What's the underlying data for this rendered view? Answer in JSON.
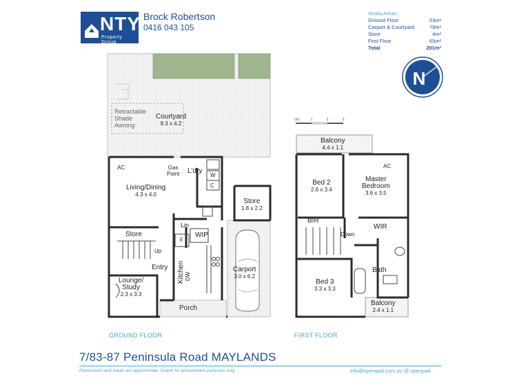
{
  "brand": {
    "name": "NTY",
    "tagline": "Property Group"
  },
  "agent": {
    "name": "Brock Robertson",
    "phone": "0416 043 105"
  },
  "strata": {
    "title": "Strata Areas:",
    "rows": [
      {
        "label": "Ground Floor",
        "value": "53m²"
      },
      {
        "label": "Carport & Courtyard",
        "value": "79m²"
      },
      {
        "label": "Store",
        "value": "4m²"
      },
      {
        "label": "First Floor",
        "value": "65m²"
      }
    ],
    "total": {
      "label": "Total",
      "value": "201m²"
    }
  },
  "compass": {
    "letter": "N"
  },
  "scale": {
    "unit": "(m)",
    "ticks": [
      "1",
      "2",
      "3"
    ]
  },
  "ground_floor": {
    "caption": "GROUND FLOOR",
    "rooms": {
      "courtyard": {
        "name": "Courtyard",
        "dims": "9.3 x 4.2"
      },
      "awning": {
        "line1": "Retractable",
        "line2": "Shade",
        "line3": "Awning"
      },
      "living": {
        "name": "Living/Dining",
        "dims": "4.3 x 4.0"
      },
      "laundry": {
        "name": "L'dry"
      },
      "store_inner": {
        "name": "Store"
      },
      "store_outer": {
        "name": "Store",
        "dims": "1.8 x 2.2"
      },
      "lin": {
        "name": "Lin"
      },
      "wip": {
        "name": "WIP"
      },
      "fridge": {
        "name": "F"
      },
      "entry": {
        "name": "Entry"
      },
      "kitchen": {
        "name": "Kitchen"
      },
      "dw": {
        "name": "DW"
      },
      "lounge": {
        "line1": "Lounge/",
        "line2": "Study",
        "dims": "2.3 x 3.3"
      },
      "carport": {
        "name": "Carport",
        "dims": "3.0 x 6.2"
      },
      "porch": {
        "name": "Porch"
      }
    },
    "fixtures": {
      "ac": "AC",
      "gas1": "Gas",
      "gas2": "Point",
      "washer": "W",
      "cupboard": "C",
      "up": "Up"
    }
  },
  "first_floor": {
    "caption": "FIRST FLOOR",
    "rooms": {
      "balcony_top": {
        "name": "Balcony",
        "dims": "4.4 x 1.1"
      },
      "bed2": {
        "name": "Bed 2",
        "dims": "2.6 x 3.4"
      },
      "master": {
        "line1": "Master",
        "line2": "Bedroom",
        "dims": "3.6 x 3.5"
      },
      "bir": {
        "name": "BIR"
      },
      "wir": {
        "name": "WIR"
      },
      "bath": {
        "name": "Bath"
      },
      "bed3": {
        "name": "Bed 3",
        "dims": "3.3 x 3.3"
      },
      "balcony_bottom": {
        "name": "Balcony",
        "dims": "2.4 x 1.1"
      }
    },
    "fixtures": {
      "ac": "AC",
      "down": "Down"
    }
  },
  "address": "7/83-87 Peninsula Road MAYLANDS",
  "disclaimer": "Dimensions and Areas are approximate. Drawn for presentation purposes only",
  "credit": "info@openpad.com.au @ openpad",
  "colors": {
    "brand_blue": "#1e4f96",
    "accent": "#4aa3c9",
    "wall": "#2b2b2b",
    "paving": "#e9e9e9",
    "garden": "#9fb58e"
  }
}
